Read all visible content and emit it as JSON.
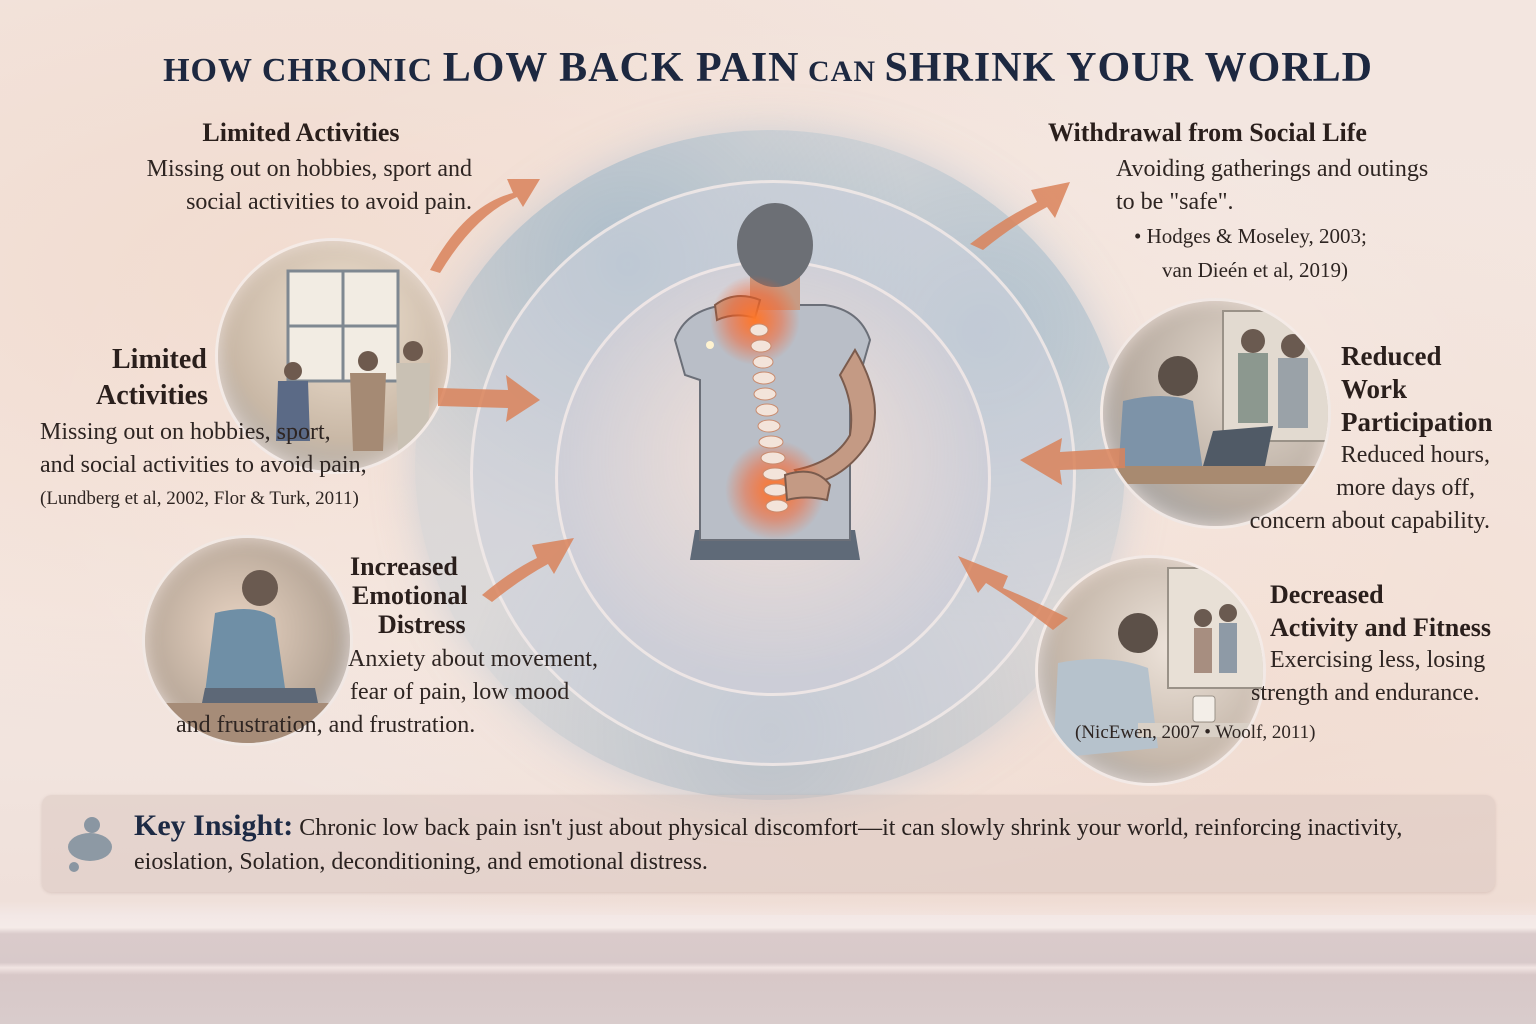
{
  "title": {
    "part1": "HOW CHRONIC ",
    "part2": "LOW BACK PAIN",
    "part3": " CAN ",
    "part4": "SHRINK YOUR WORLD"
  },
  "colors": {
    "title": "#1d2840",
    "arrow": "#d9825a",
    "accent_glow": "#ff5a1f",
    "ring_blue": "#8fb0c6",
    "insight_label": "#1d2a44"
  },
  "sections": {
    "top_left": {
      "heading": "Limited Activities",
      "lines": [
        "Missing out on hobbies, sport and",
        "social activities to avoid pain."
      ]
    },
    "top_right": {
      "heading": "Withdrawal from Social Life",
      "lines": [
        "Avoiding gatherings and outings",
        "to be \"safe\"."
      ],
      "citations": [
        "• Hodges & Moseley, 2003;",
        "van Dieén et al, 2019)"
      ]
    },
    "mid_left": {
      "heading_lines": [
        "Limited",
        "Activities"
      ],
      "lines": [
        "Missing out on hobbies, sport,",
        "and social activities to avoid pain,"
      ],
      "citation": "(Lundberg et al, 2002, Flor & Turk, 2011)"
    },
    "bottom_left": {
      "heading_lines": [
        "Increased",
        "Emotional",
        "Distress"
      ],
      "lines": [
        "Anxiety about movement,",
        "fear of pain, low mood",
        "and frustration, and frustration."
      ]
    },
    "mid_right": {
      "heading_lines": [
        "Reduced",
        "Work",
        "Participation"
      ],
      "lines": [
        "Reduced hours,",
        "more days off,",
        "concern about capability."
      ]
    },
    "bottom_right": {
      "heading_lines": [
        "Decreased",
        "Activity and Fitness"
      ],
      "lines": [
        "Exercising less, losing",
        "strength and endurance."
      ],
      "citation": "(NicEwen, 2007  •  Woolf, 2011)"
    }
  },
  "illustrations": {
    "center": "man-holding-back-with-glowing-spine",
    "v1": "family-activity-scene",
    "v2": "man-sitting-on-bed-distressed",
    "v3": "man-at-laptop-head-in-hand",
    "v4": "man-at-table-with-cup-looking-down"
  },
  "insight": {
    "icon": "thought-bubble-icon",
    "label": "Key Insight:",
    "text": " Chronic low back pain isn't just about physical discomfort—it can slowly shrink your world, reinforcing inactivity, eioslation, Solation, deconditioning, and emotional distress."
  }
}
